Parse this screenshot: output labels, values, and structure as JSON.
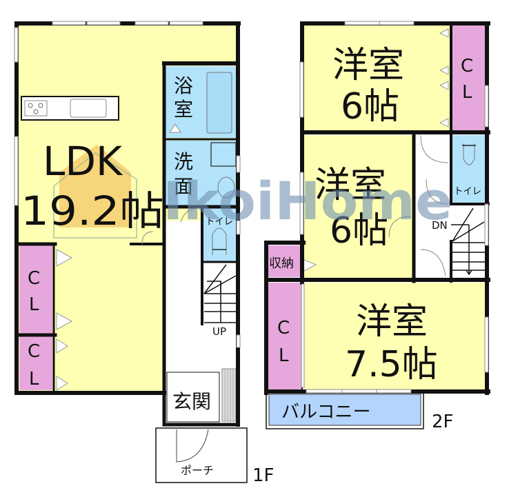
{
  "colors": {
    "room_yellow": "#ffffb3",
    "closet_pink": "#e6a8dc",
    "wet_blue": "#b3e3fb",
    "balcony_blue": "#b3d4fb",
    "wall": "#111111",
    "watermark": "#6f8fb0",
    "watermark_house": "#f0b24a"
  },
  "floor1": {
    "label": "1F",
    "ldk": {
      "name": "LDK",
      "size": "19.2帖"
    },
    "bath": {
      "line1": "浴",
      "line2": "室"
    },
    "washroom": {
      "line1": "洗",
      "line2": "面"
    },
    "toilet": {
      "label": "トイレ"
    },
    "stairs": {
      "label": "UP"
    },
    "closet_a": {
      "line1": "C",
      "line2": "L"
    },
    "closet_b": {
      "line1": "C",
      "line2": "L"
    },
    "entrance": {
      "label": "玄関"
    },
    "porch": {
      "label": "ポーチ"
    }
  },
  "floor2": {
    "label": "2F",
    "room1": {
      "name": "洋室",
      "size": "6帖"
    },
    "room2": {
      "name": "洋室",
      "size": "6帖"
    },
    "room3": {
      "name": "洋室",
      "size": "7.5帖"
    },
    "closet_top": {
      "line1": "C",
      "line2": "L"
    },
    "closet_left": {
      "line1": "C",
      "line2": "L"
    },
    "storage": {
      "label": "収納"
    },
    "toilet": {
      "label": "トイレ"
    },
    "stairs": {
      "label": "DN"
    },
    "balcony": {
      "label": "バルコニー"
    }
  },
  "watermark": {
    "text": "IkoiHome"
  }
}
